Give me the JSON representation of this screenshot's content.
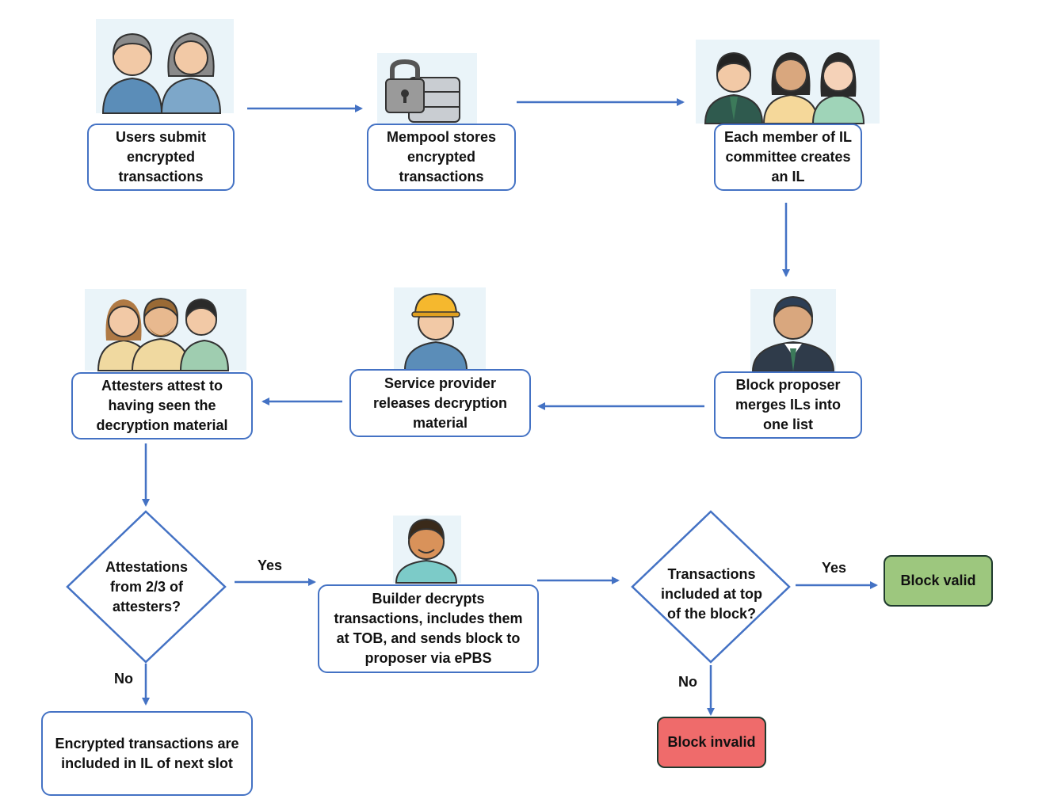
{
  "nodes": {
    "users_submit": "Users submit encrypted transactions",
    "mempool": "Mempool stores encrypted transactions",
    "il_committee": "Each member of IL committee creates an IL",
    "block_proposer": "Block proposer merges ILs into one list",
    "service_provider": "Service provider releases decryption material",
    "attesters": "Attesters attest to having seen the decryption material",
    "attestations_decision": "Attestations from 2/3 of attesters?",
    "builder": "Builder decrypts transactions, includes them at TOB, and sends block to proposer via ePBS",
    "tob_decision": "Transactions included at top of the block?",
    "block_valid": "Block valid",
    "block_invalid": "Block invalid",
    "next_slot": "Encrypted transactions are included in IL of next slot"
  },
  "edge_labels": {
    "att_yes": "Yes",
    "att_no": "No",
    "tob_yes": "Yes",
    "tob_no": "No"
  },
  "colors": {
    "box_border": "#4472C4",
    "arrow": "#4472C4",
    "valid_fill": "#9DC77E",
    "invalid_fill": "#EF6B6B"
  },
  "icons": {
    "users": "two-users-icon",
    "mempool": "locked-database-icon",
    "committee": "three-people-icon",
    "proposer": "businessman-icon",
    "provider": "worker-hardhat-icon",
    "attesters": "three-attesters-icon",
    "builder": "builder-person-icon"
  }
}
